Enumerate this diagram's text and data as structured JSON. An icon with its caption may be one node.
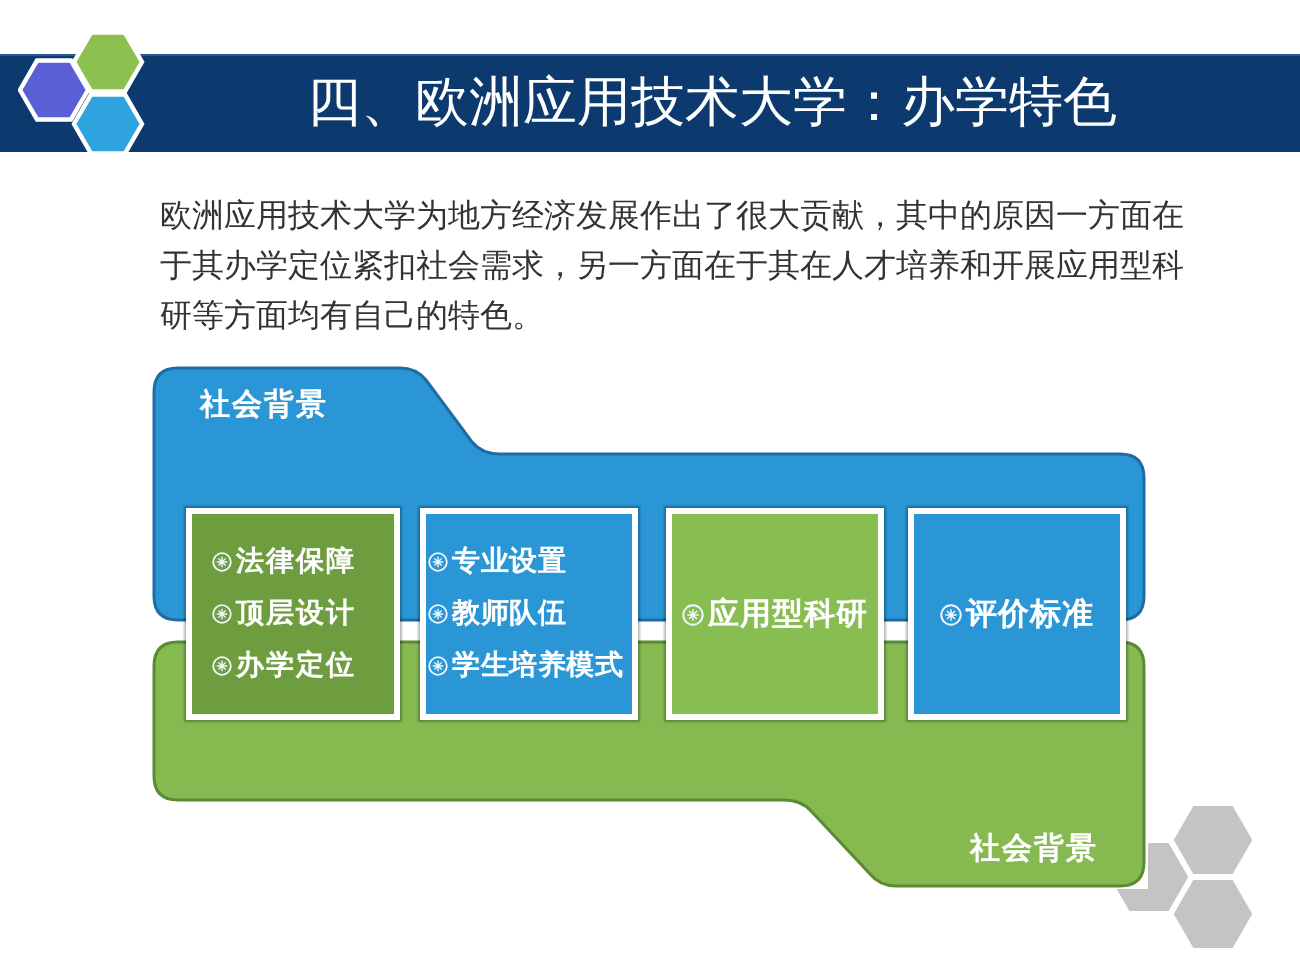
{
  "diagram": {
    "title": "四、欧洲应用技术大学：办学特色",
    "nodes": [
      {
        "text": [
          "社会背景"
        ]
      },
      {
        "text": [
          "法律保障",
          "顶层设计",
          "办学定位"
        ]
      },
      {
        "text": [
          "专业设置",
          "教师队伍",
          "学生培养模式"
        ]
      },
      {
        "text": [
          "应用型科研"
        ]
      },
      {
        "text": [
          "评价标准"
        ]
      },
      {
        "text": [
          "社会背景"
        ]
      }
    ],
    "labels": [
      "欧洲应用技术大学为地方经济发展作出了很大贡献，其中的原因一方面在于其办学定位紧扣社会需求，另一方面在于其在人才培养和开展应用型科研等方面均有自己的特色。"
    ]
  }
}
